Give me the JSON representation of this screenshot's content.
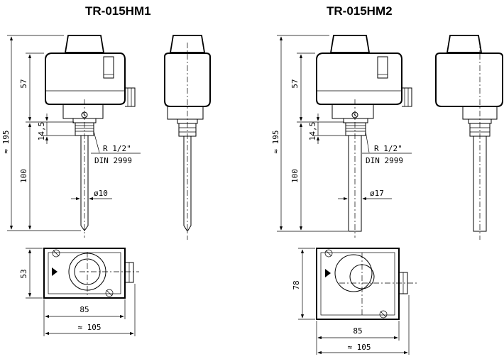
{
  "titles": {
    "left": "TR-015HM1",
    "right": "TR-015HM2"
  },
  "dims": {
    "total_height": "≈ 195",
    "head_height": "57",
    "thread_length": "14,5",
    "probe_length": "100",
    "thread_spec": "R 1/2\"",
    "thread_standard": "DIN 2999",
    "probe_dia_hm1": "ø10",
    "probe_dia_hm2": "ø17",
    "width_hm1": "53",
    "width_hm2": "78",
    "body_length": "85",
    "overall_length": "≈ 105"
  }
}
